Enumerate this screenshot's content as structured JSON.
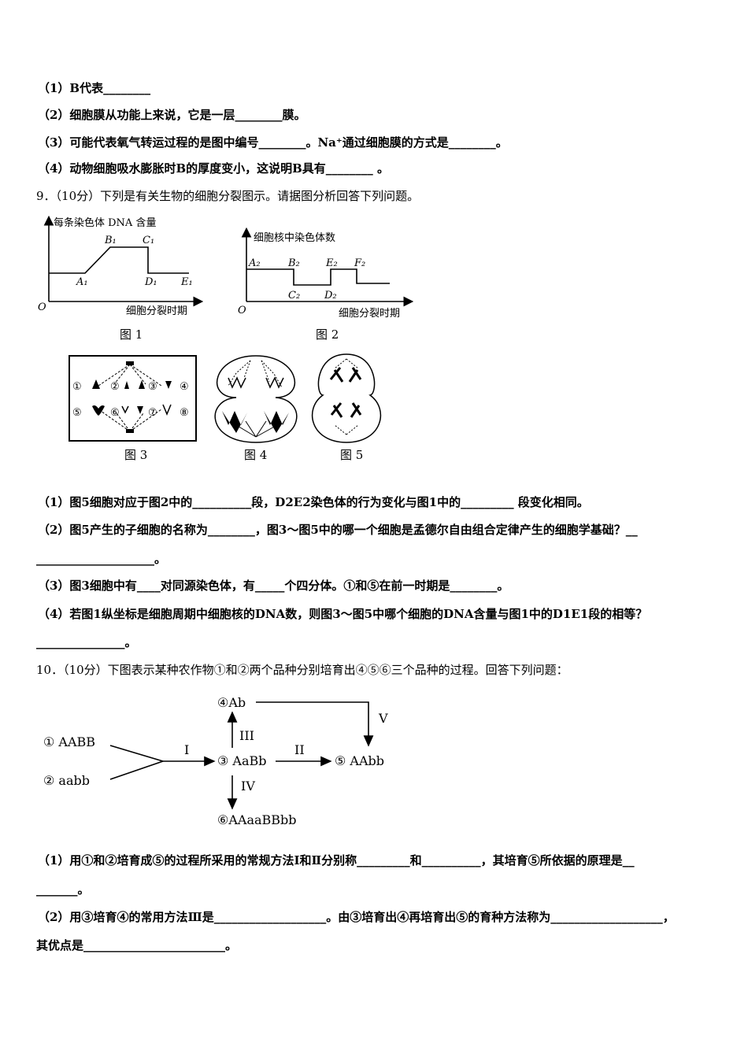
{
  "prev_question": {
    "lines": [
      "（1）B代表________",
      "（2）细胞膜从功能上来说，它是一层________膜。",
      "（3）可能代表氧气转运过程的是图中编号________。Na⁺通过细胞膜的方式是________。",
      "（4）动物细胞吸水膨胀时B的厚度变小，这说明B具有________ 。"
    ]
  },
  "q9": {
    "header": "9．（10分）下列是有关生物的细胞分裂图示。请据图分析回答下列问题。",
    "fig1": {
      "ylabel": "每条染色体 DNA 含量",
      "xlabel": "细胞分裂时期",
      "origin": "O",
      "points": [
        "A₁",
        "B₁",
        "C₁",
        "D₁",
        "E₁"
      ],
      "caption": "图 1"
    },
    "fig2": {
      "ylabel": "细胞核中染色体数",
      "xlabel": "细胞分裂时期",
      "origin": "O",
      "points": [
        "A₂",
        "B₂",
        "C₂",
        "D₂",
        "E₂",
        "F₂"
      ],
      "caption": "图 2"
    },
    "fig3": {
      "numbers": [
        "①",
        "②",
        "③",
        "④",
        "⑤",
        "⑥",
        "⑦",
        "⑧"
      ],
      "caption": "图 3"
    },
    "fig4": {
      "caption": "图 4"
    },
    "fig5": {
      "caption": "图 5"
    },
    "lines": [
      "（1）图5细胞对应于图2中的__________段，D2E2染色体的行为变化与图1中的_________ 段变化相同。",
      "（2）图5产生的子细胞的名称为________，图3～图5中的哪一个细胞是孟德尔自由组合定律产生的细胞学基础？__",
      "____________________。",
      "（3）图3细胞中有____对同源染色体，有_____个四分体。①和⑤在前一时期是________。",
      "（4）若图1纵坐标是细胞周期中细胞核的DNA数，则图3～图5中哪个细胞的DNA含量与图1中的D1E1段的相等？",
      "_______________。"
    ]
  },
  "q10": {
    "header": "10．（10分）下图表示某种农作物①和②两个品种分别培育出④⑤⑥三个品种的过程。回答下列问题：",
    "diagram": {
      "n1": "① AABB",
      "n2": "② aabb",
      "n3": "③ AaBb",
      "n4": "④Ab",
      "n5": "⑤ AAbb",
      "n6": "⑥AAaaBBbb",
      "step1": "I",
      "step2": "II",
      "step3": "III",
      "step4": "IV",
      "step5": "V"
    },
    "lines": [
      "（1）用①和②培育成⑤的过程所采用的常规方法Ⅰ和Ⅱ分别称_________和__________，其培育⑤所依据的原理是__",
      "_______。",
      "（2）用③培育④的常用方法Ⅲ是___________________。由③培育出④再培育出⑤的育种方法称为___________________，",
      "其优点是________________________。"
    ]
  }
}
